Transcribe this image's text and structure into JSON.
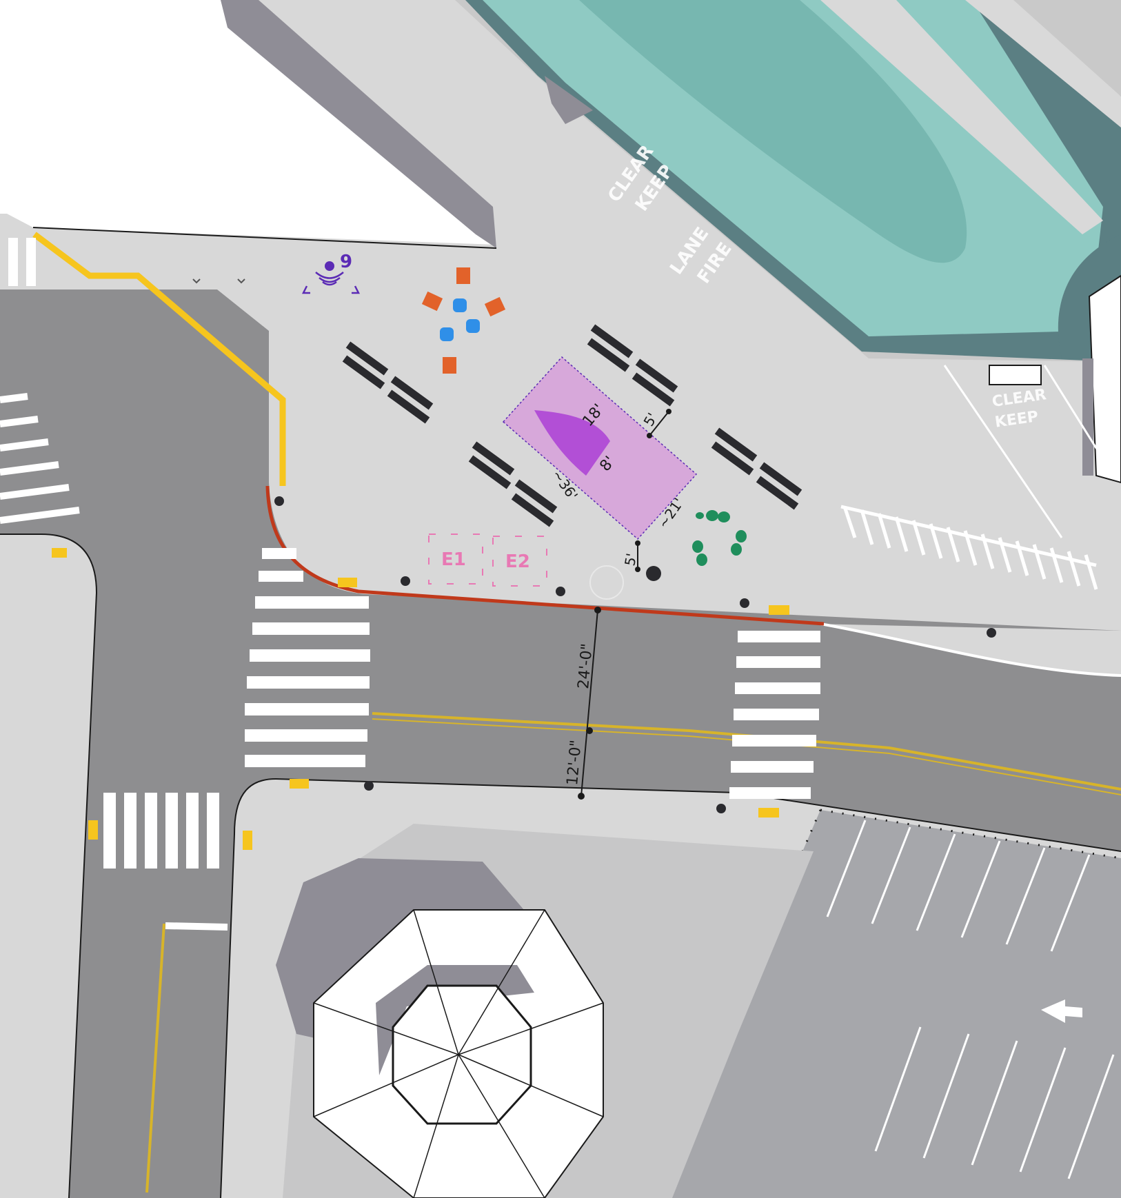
{
  "markings": {
    "keep_clear_top": [
      "CLEAR",
      "KEEP"
    ],
    "fire_lane": [
      "LANE",
      "FIRE"
    ],
    "keep_clear_right": [
      "CLEAR",
      "KEEP"
    ]
  },
  "dimensions": {
    "stage_length": "18'",
    "stage_width": "8'",
    "clear_upper": "5'",
    "clear_lower": "5'",
    "span_left": "~36'",
    "span_right": "~21'",
    "lane_north": "24'-0\"",
    "lane_south": "12'-0\""
  },
  "zones": {
    "e1": "E1",
    "e2": "E2"
  },
  "speaker": {
    "number": "9"
  },
  "colors": {
    "sidewalk": "#d9d9d9",
    "road": "#8e8e90",
    "pool": "#8fcac3",
    "curb_yellow": "#f6c51e",
    "curb_red": "#c0391b",
    "stage_zone": "#d7a8da",
    "stage": "#b24fd6",
    "zone_pink": "#e879b4",
    "seating_orange": "#e2622a",
    "seating_blue": "#2f8fe8",
    "seating_green": "#1f8e5c",
    "speaker_purple": "#5b2bb5"
  }
}
